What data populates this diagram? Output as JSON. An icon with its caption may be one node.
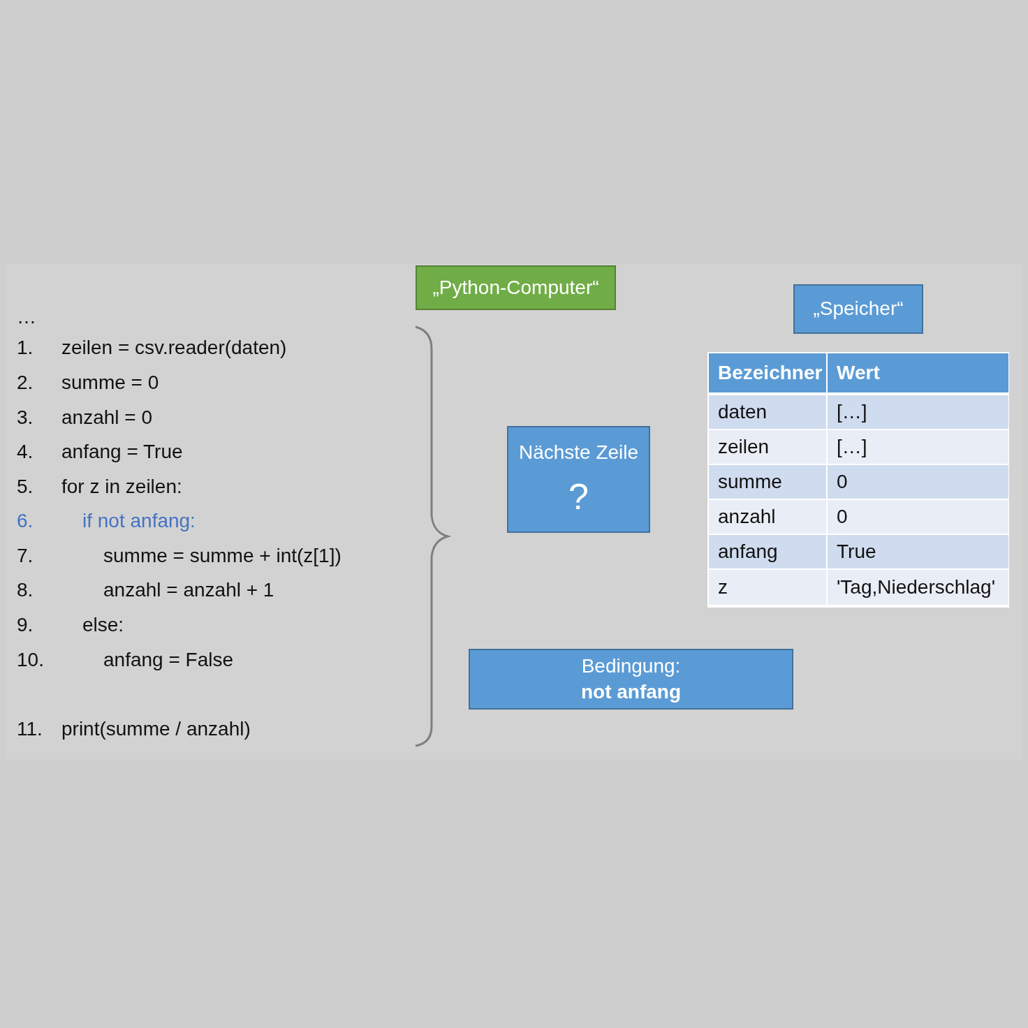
{
  "diagram": {
    "nodes": [
      {
        "text": [
          "„Python-Computer“"
        ]
      },
      {
        "text": [
          "„Speicher“"
        ]
      },
      {
        "text": [
          "Nächste Zeile",
          "?"
        ]
      },
      {
        "text": [
          "Bedingung:",
          "not anfang"
        ]
      }
    ],
    "edges": [],
    "labels": [
      "…",
      "1.",
      "zeilen = csv.reader(daten)",
      "2.",
      "summe = 0",
      "3.",
      "anzahl = 0",
      "4.",
      "anfang = True",
      "5.",
      "for z in zeilen:",
      "6.",
      "if not anfang:",
      "7.",
      "summe = summe + int(z[1])",
      "8.",
      "anzahl = anzahl + 1",
      "9.",
      "else:",
      "10.",
      "anfang = False",
      "11.",
      "print(summe / anzahl)",
      "Bezeichner",
      "Wert",
      "daten",
      "[…]",
      "zeilen",
      "[…]",
      "summe",
      "0",
      "anzahl",
      "0",
      "anfang",
      "True",
      "z",
      "'Tag,Niederschlag'"
    ]
  }
}
